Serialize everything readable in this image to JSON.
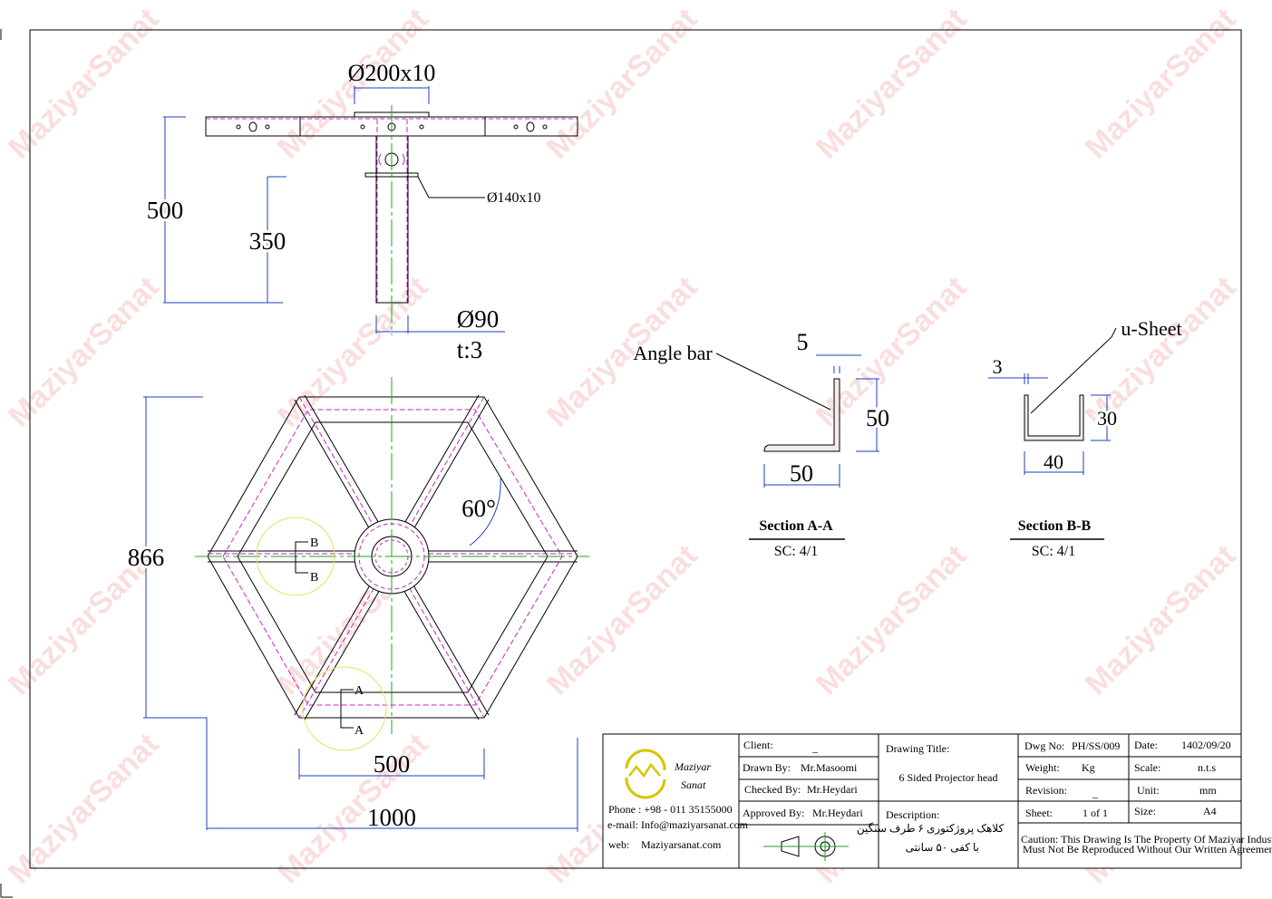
{
  "watermark": "MaziyarSanat",
  "colors": {
    "dimension": "#1f3fbf",
    "hidden": "#cc22cc",
    "center": "#1fa51f",
    "section_circle": "#e8e060",
    "watermark": "#e23a3a"
  },
  "side_view": {
    "top_plate": "Ø200x10",
    "flange": "Ø140x10",
    "height_total": "500",
    "height_pipe": "350",
    "pipe_dia": "Ø90",
    "pipe_thickness": "t:3"
  },
  "top_view": {
    "height": "866",
    "inner_width": "500",
    "outer_width": "1000",
    "angle": "60°",
    "marker_a": "A",
    "marker_b": "B"
  },
  "section_a": {
    "callout": "Angle bar",
    "thickness": "5",
    "height": "50",
    "width": "50",
    "title": "Section  A-A",
    "scale": "SC: 4/1"
  },
  "section_b": {
    "callout": "u-Sheet",
    "thickness": "3",
    "height": "30",
    "width": "40",
    "title": "Section B-B",
    "scale": "SC: 4/1"
  },
  "title_block": {
    "company_line1": "Maziyar",
    "company_line2": "Sanat",
    "phone": "Phone : +98 - 011 35155000",
    "email": "e-mail:  Info@maziyarsanat.com",
    "web_label": "web:",
    "web": "Maziyarsanat.com",
    "client_label": "Client:",
    "client": "_",
    "drawn_label": "Drawn By:",
    "drawn": "Mr.Masoomi",
    "checked_label": "Checked By:",
    "checked": "Mr.Heydari",
    "approved_label": "Approved By:",
    "approved": "Mr.Heydari",
    "drawing_title_label": "Drawing Title:",
    "drawing_title": "6 Sided Projector head",
    "description_label": "Description:",
    "description_line1": "کلاهک پروژکتوری ۶ طرف سنگین",
    "description_line2": "با کفی ۵۰ سانتی",
    "dwg_no_label": "Dwg No:",
    "dwg_no": "PH/SS/009",
    "weight_label": "Weight:",
    "weight": "Kg",
    "revision_label": "Revision:",
    "revision": "_",
    "sheet_label": "Sheet:",
    "sheet": "1 of 1",
    "date_label": "Date:",
    "date": "1402/09/20",
    "scale_label": "Scale:",
    "scale": "n.t.s",
    "unit_label": "Unit:",
    "unit": "mm",
    "size_label": "Size:",
    "size": "A4",
    "caution_line1": "Caution: This Drawing Is The Property Of Maziyar Industry &",
    "caution_line2": "Must Not Be Reproduced Without Our Written Agreement."
  }
}
